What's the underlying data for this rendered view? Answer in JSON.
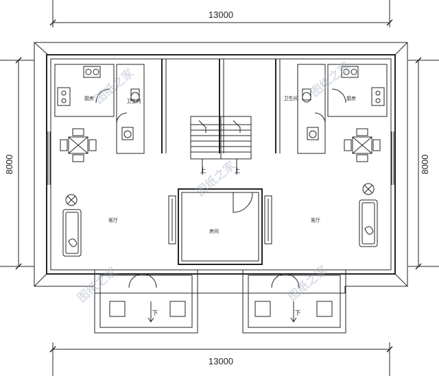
{
  "dimensions": {
    "top": "13000",
    "bottom": "13000",
    "left": "8000",
    "right": "8000"
  },
  "rooms": {
    "kitchen_left": "厨房",
    "kitchen_right": "厨房",
    "bath_left": "卫生间",
    "bath_right": "卫生间",
    "living_left": "客厅",
    "living_right": "客厅",
    "center_room": "房间"
  },
  "stairs": {
    "up_left": "上",
    "up_right": "上",
    "down_left": "下",
    "down_right": "下"
  },
  "watermark": "图纸之家",
  "colors": {
    "line": "#222222",
    "watermark": "#9aa8c0"
  }
}
